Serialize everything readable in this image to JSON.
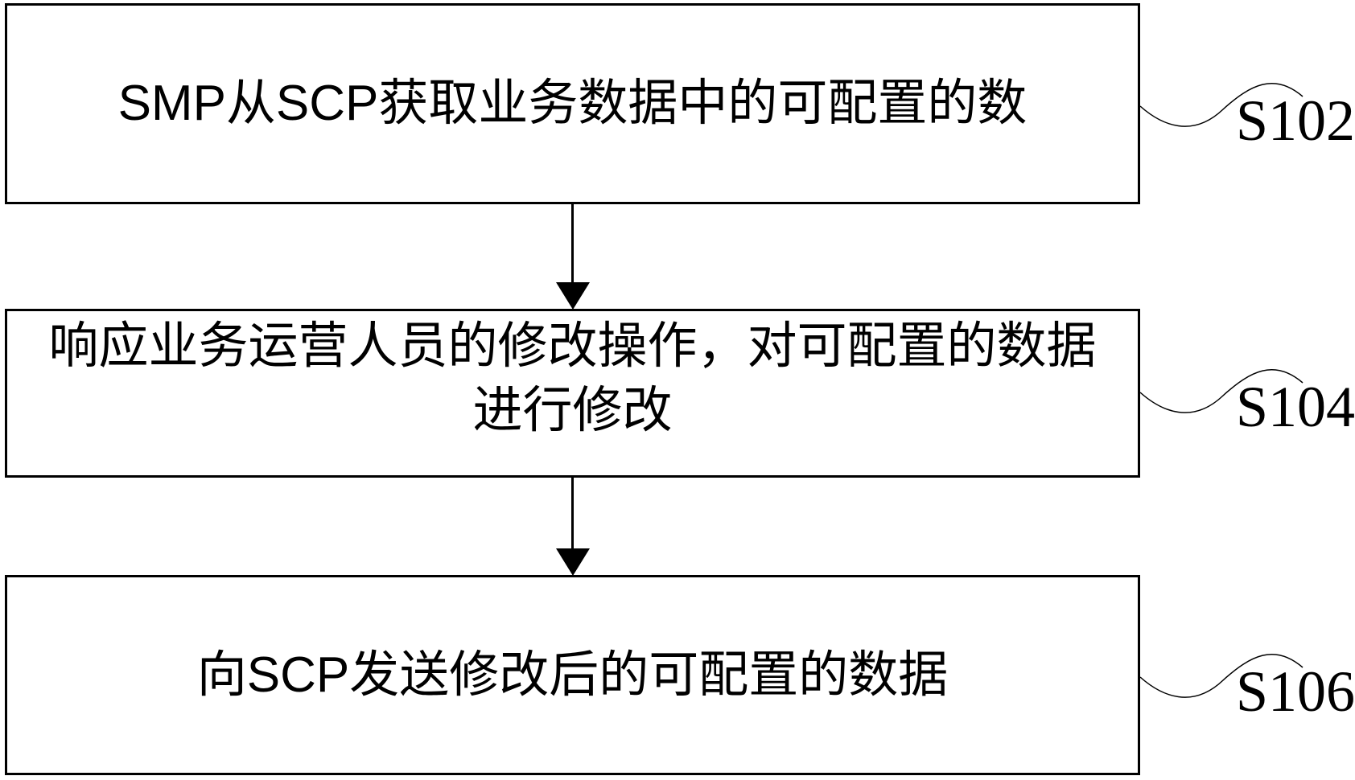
{
  "flowchart": {
    "colors": {
      "background": "#ffffff",
      "line": "#000000",
      "text": "#000000"
    },
    "steps": [
      {
        "label": "S102",
        "lines": [
          "SMP从SCP获取业务数据中的可配置的数"
        ]
      },
      {
        "label": "S104",
        "lines": [
          "响应业务运营人员的修改操作，对可配置的数据",
          "进行修改"
        ]
      },
      {
        "label": "S106",
        "lines": [
          "向SCP发送修改后的可配置的数据"
        ]
      }
    ]
  }
}
